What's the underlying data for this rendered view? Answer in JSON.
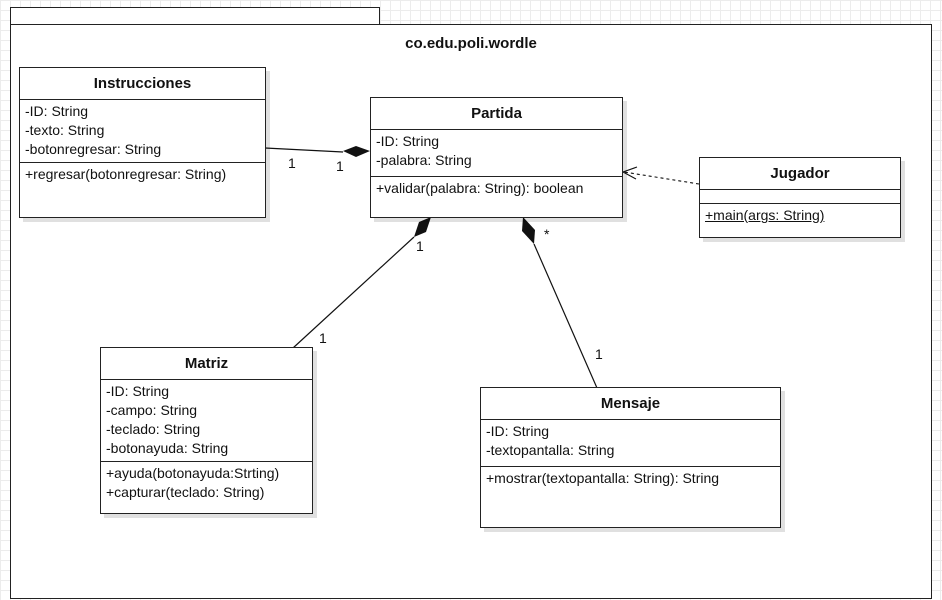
{
  "package": {
    "name": "co.edu.poli.wordle"
  },
  "classes": {
    "instrucciones": {
      "name": "Instrucciones",
      "attributes": [
        "-ID: String",
        "-texto: String",
        "-botonregresar: String"
      ],
      "methods": [
        "+regresar(botonregresar: String)"
      ]
    },
    "partida": {
      "name": "Partida",
      "attributes": [
        "-ID: String",
        "-palabra: String"
      ],
      "methods": [
        "+validar(palabra: String): boolean"
      ]
    },
    "jugador": {
      "name": "Jugador",
      "attributes": [],
      "methods": [
        "+main(args: String)"
      ]
    },
    "matriz": {
      "name": "Matriz",
      "attributes": [
        "-ID: String",
        "-campo: String",
        "-teclado: String",
        "-botonayuda: String"
      ],
      "methods": [
        "+ayuda(botonayuda:Strting)",
        "+capturar(teclado: String)"
      ]
    },
    "mensaje": {
      "name": "Mensaje",
      "attributes": [
        "-ID: String",
        "-textopantalla: String"
      ],
      "methods": [
        "+mostrar(textopantalla: String): String"
      ]
    }
  },
  "relations": {
    "instrucciones_partida": {
      "type": "composition",
      "source_mult": "1",
      "target_mult": "1"
    },
    "matriz_partida": {
      "type": "composition",
      "source_mult": "1",
      "target_mult": "1"
    },
    "mensaje_partida": {
      "type": "composition",
      "source_mult": "1",
      "target_mult": "*"
    },
    "jugador_partida": {
      "type": "dependency"
    }
  }
}
